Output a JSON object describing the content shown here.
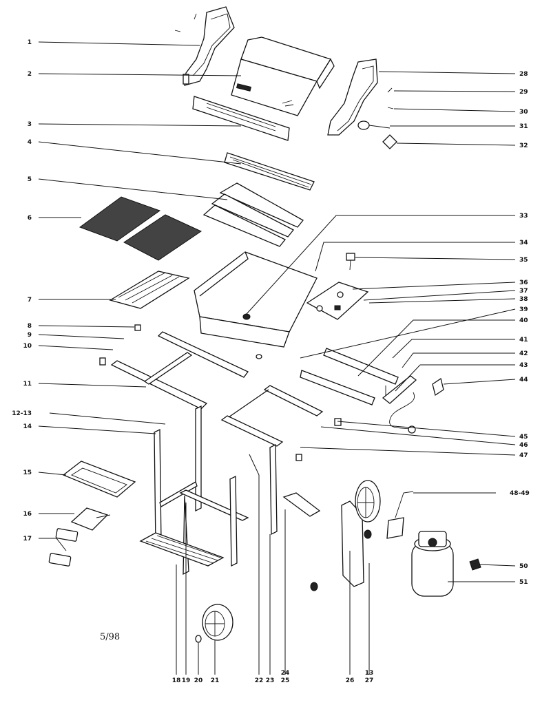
{
  "diagram": {
    "date_code": "5/98",
    "callouts_left": [
      "1",
      "2",
      "3",
      "4",
      "5",
      "6",
      "7",
      "8",
      "9",
      "10",
      "11",
      "12-13",
      "14",
      "15",
      "16",
      "17"
    ],
    "callouts_right": [
      "28",
      "29",
      "30",
      "31",
      "32",
      "33",
      "34",
      "35",
      "36",
      "37",
      "38",
      "39",
      "40",
      "41",
      "42",
      "43",
      "44",
      "45",
      "46",
      "47",
      "48-49",
      "50",
      "51"
    ],
    "callouts_bottom": [
      "18",
      "19",
      "20",
      "21",
      "22",
      "23",
      "24",
      "25",
      "26",
      "13",
      "27"
    ]
  }
}
